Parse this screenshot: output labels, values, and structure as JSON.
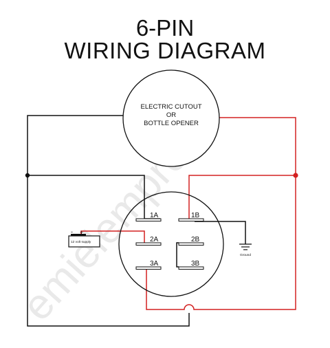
{
  "title_line1": "6-PIN",
  "title_line2": "WIRING DIAGRAM",
  "device": {
    "line1": "ELECTRIC CUTOUT",
    "line2": "OR",
    "line3": "BOTTLE OPENER"
  },
  "pins": {
    "1A": "1A",
    "1B": "1B",
    "2A": "2A",
    "2B": "2B",
    "3A": "3A",
    "3B": "3B"
  },
  "battery_label": "12 volt supply",
  "battery_minus": "-",
  "battery_plus": "+",
  "ground_label": "Ground",
  "watermark": "emielempros",
  "colors": {
    "wire_black": "#111111",
    "wire_red": "#d32020",
    "node": "#d32020"
  }
}
